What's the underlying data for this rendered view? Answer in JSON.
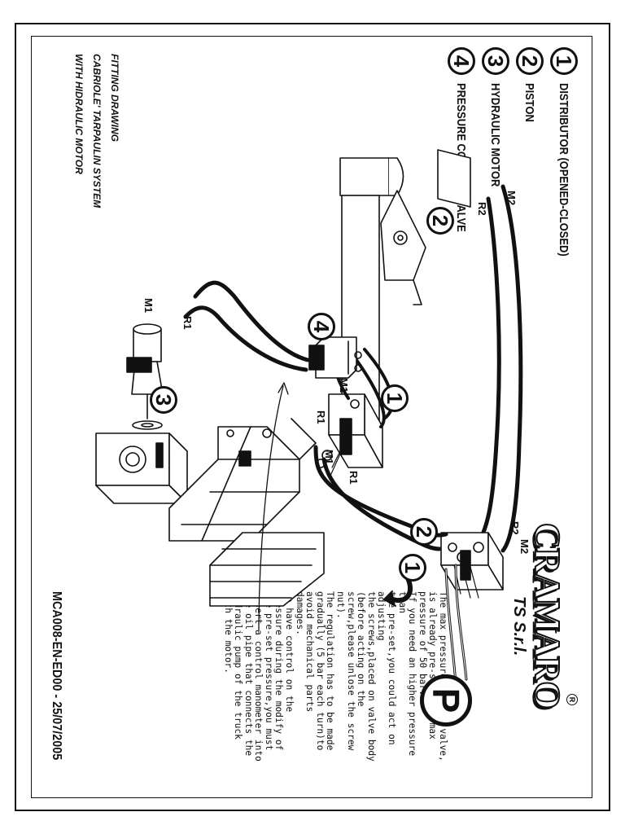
{
  "legend": [
    {
      "number": "1",
      "label": "DISTRIBUTOR (OPENED-CLOSED)"
    },
    {
      "number": "2",
      "label": "PISTON"
    },
    {
      "number": "3",
      "label": "HYDRAULIC MOTOR"
    },
    {
      "number": "4",
      "label": "PRESSURE CONTROL VALVE"
    }
  ],
  "brand": {
    "name": "CRAMARO",
    "subtitle": "TS S.r.l.",
    "registered": "R"
  },
  "title_block": {
    "line1": "FITTING DRAWING",
    "line2": "CABRIOLE' TARPAULIN SYSTEM",
    "line3": "WITH HIDRAULIC MOTOR"
  },
  "doc_code": "MCA008-EN-ED00 - 25/07/2005",
  "note": [
    "The max pressure control valve,",
    "is already pre-set to a max",
    "pressure of 50 bar.",
    "If you need an higher pressure",
    "than",
    "the pre-set,you could act on",
    "adjusting",
    "the screws,placed on valve body",
    "(before acting on the",
    "screw,please unlose the screw",
    "nut).",
    "The regulation has to be made",
    "gradually (5 bar each turn)to",
    "avoid mechanical parts",
    "damages.",
    "To have control on the",
    "pressure during the modify of",
    "the pre-set pressure,you must",
    "insert a control manometer into",
    "the oil pipe that connects the",
    "hydraulic pump of the truck",
    "with the motor."
  ],
  "labels": {
    "m1": "M1",
    "r1": "R1",
    "m2": "M2",
    "r2": "R2",
    "p": "P"
  },
  "callouts": {
    "distributor": "1",
    "piston": "2",
    "motor": "3",
    "valve": "4"
  }
}
